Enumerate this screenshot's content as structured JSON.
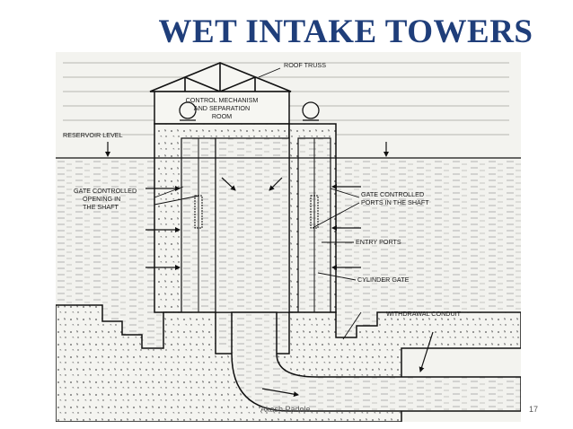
{
  "slide": {
    "title": "WET INTAKE TOWERS",
    "author": "Akash Padole",
    "page_number": "17"
  },
  "diagram": {
    "labels": {
      "roof_truss": "ROOF TRUSS",
      "control_1": "CONTROL MECHANISM",
      "control_2": "AND SEPARATION",
      "control_3": "ROOM",
      "reservoir_level": "RESERVOIR LEVEL",
      "gate_left_1": "GATE CONTROLLED",
      "gate_left_2": "OPENING IN",
      "gate_left_3": "THE SHAFT",
      "gate_right_1": "GATE CONTROLLED",
      "gate_right_2": "PORTS IN THE SHAFT",
      "entry_ports": "ENTRY PORTS",
      "cylinder_gate": "CYLINDER GATE",
      "withdrawal_conduit": "WITHDRAWAL CONDUIT"
    }
  }
}
